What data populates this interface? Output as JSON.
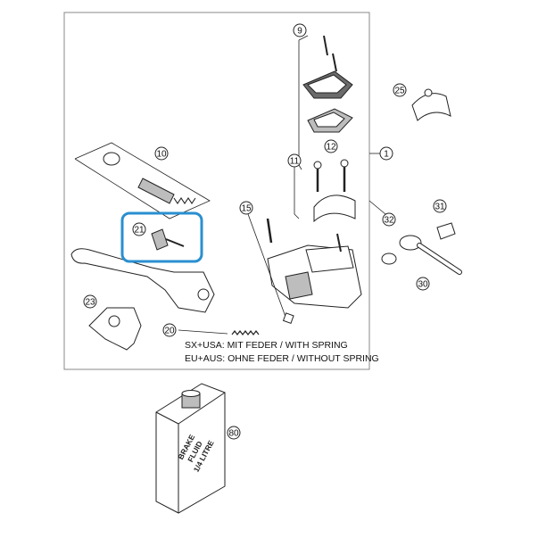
{
  "callouts": {
    "c9": "9",
    "c25": "25",
    "c1": "1",
    "c10": "10",
    "c12": "12",
    "c11": "11",
    "c15": "15",
    "c21": "21",
    "c31": "31",
    "c32": "32",
    "c30": "30",
    "c23": "23",
    "c20": "20",
    "c80": "80"
  },
  "notes": {
    "line1": "SX+USA:  MIT FEDER / WITH SPRING",
    "line2": "EU+AUS:  OHNE FEDER / WITHOUT SPRING"
  },
  "bottle_label": {
    "line1": "BRAKE",
    "line2": "FLUID",
    "line3": "1/4 LITRE"
  },
  "colors": {
    "highlight": "#2a8fd0",
    "line": "#222222",
    "frame": "#888888"
  }
}
